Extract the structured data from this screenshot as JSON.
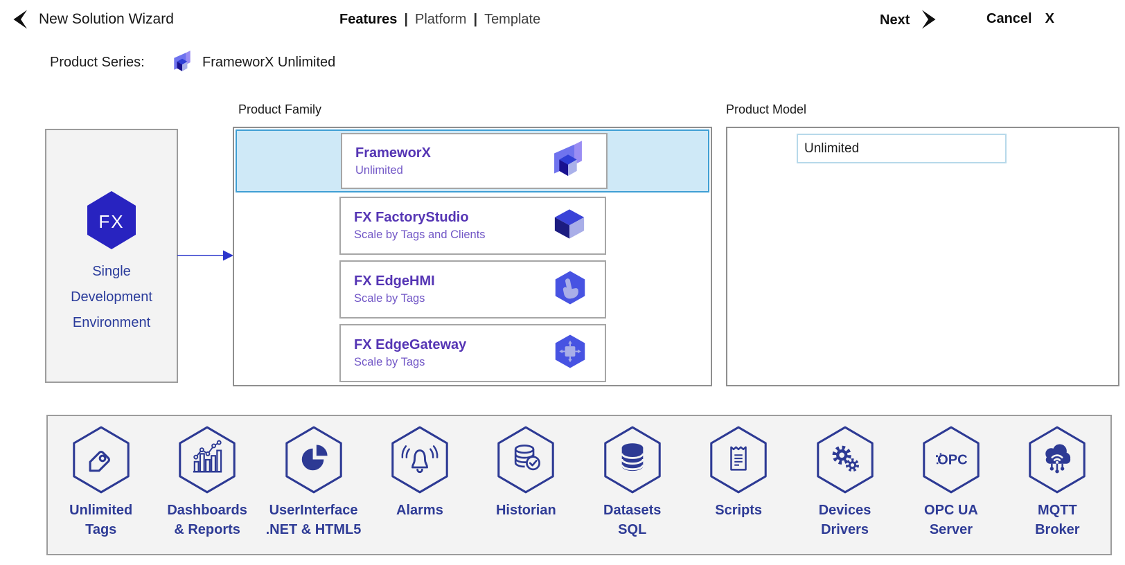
{
  "header": {
    "title": "New Solution Wizard",
    "steps": {
      "active": "Features",
      "second": "Platform",
      "third": "Template"
    },
    "separator": "|",
    "next_label": "Next",
    "cancel_label": "Cancel",
    "cancel_x": "X"
  },
  "product_series": {
    "label": "Product Series:",
    "value": "FrameworX Unlimited"
  },
  "environment_box": {
    "logo_text": "FX",
    "lines": [
      "Single",
      "Development",
      "Environment"
    ]
  },
  "product_family": {
    "label": "Product Family",
    "items": [
      {
        "title": "FrameworX",
        "subtitle": "Unlimited",
        "icon": "frameworx-logo",
        "selected": true
      },
      {
        "title": "FX FactoryStudio",
        "subtitle": "Scale by Tags and Clients",
        "icon": "cube-3d",
        "selected": false
      },
      {
        "title": "FX EdgeHMI",
        "subtitle": "Scale by Tags",
        "icon": "hand-hexagon",
        "selected": false
      },
      {
        "title": "FX EdgeGateway",
        "subtitle": "Scale by Tags",
        "icon": "gateway-hexagon",
        "selected": false
      }
    ]
  },
  "product_model": {
    "label": "Product Model",
    "selected_value": "Unlimited"
  },
  "features_strip": {
    "items": [
      {
        "icon": "tag-icon",
        "line1": "Unlimited",
        "line2": "Tags"
      },
      {
        "icon": "bar-chart-icon",
        "line1": "Dashboards",
        "line2": "& Reports"
      },
      {
        "icon": "pie-chart-icon",
        "line1": "UserInterface",
        "line2": ".NET & HTML5"
      },
      {
        "icon": "alarm-bell-icon",
        "line1": "Alarms",
        "line2": ""
      },
      {
        "icon": "history-db-icon",
        "line1": "Historian",
        "line2": ""
      },
      {
        "icon": "database-icon",
        "line1": "Datasets",
        "line2": "SQL"
      },
      {
        "icon": "script-icon",
        "line1": "Scripts",
        "line2": ""
      },
      {
        "icon": "gears-icon",
        "line1": "Devices",
        "line2": "Drivers"
      },
      {
        "icon": "opc-logo-icon",
        "line1": "OPC UA",
        "line2": "Server"
      },
      {
        "icon": "mqtt-cloud-icon",
        "line1": "MQTT",
        "line2": "Broker"
      }
    ]
  },
  "colors": {
    "accent_navy": "#2d3a94",
    "brand_purple": "#5535b4",
    "selection_fill": "#cfe9f7",
    "selection_border": "#3f9fd4",
    "fx_hexagon_blue": "#2823c0",
    "panel_gray": "#f3f3f3"
  }
}
